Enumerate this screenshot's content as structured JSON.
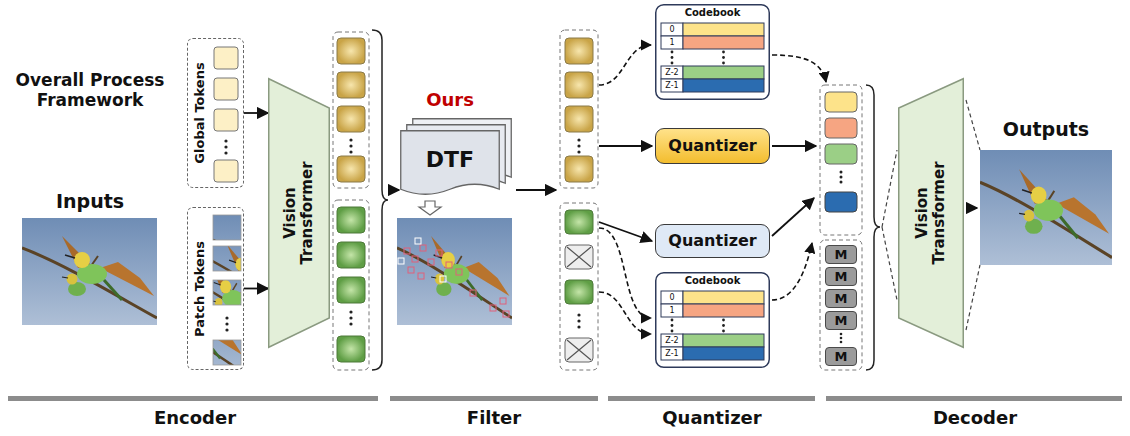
{
  "diagram": {
    "title": "Overall Process Framework",
    "nodes": [
      {
        "text": [
          "Global Tokens"
        ]
      },
      {
        "text": [
          "Patch Tokens"
        ]
      },
      {
        "text": [
          "Vision Transformer"
        ]
      },
      {
        "text": [
          "Ours",
          "DTF"
        ]
      },
      {
        "text": [
          "Codebook",
          "0",
          "1",
          "Z-2",
          "Z-1"
        ]
      },
      {
        "text": [
          "Quantizer"
        ]
      },
      {
        "text": [
          "Quantizer"
        ]
      },
      {
        "text": [
          "Codebook",
          "0",
          "1",
          "Z-2",
          "Z-1"
        ]
      },
      {
        "text": [
          "M"
        ]
      },
      {
        "text": [
          "M"
        ]
      },
      {
        "text": [
          "M"
        ]
      },
      {
        "text": [
          "M"
        ]
      },
      {
        "text": [
          "M"
        ]
      },
      {
        "text": [
          "Vision Transformer"
        ]
      }
    ],
    "edges": [
      {
        "from": 0,
        "to": 2,
        "arrow": "to"
      },
      {
        "from": 1,
        "to": 2,
        "arrow": "to"
      }
    ],
    "labels": [
      "Inputs",
      "Outputs",
      "Encoder",
      "Filter",
      "Quantizer",
      "Decoder"
    ]
  }
}
